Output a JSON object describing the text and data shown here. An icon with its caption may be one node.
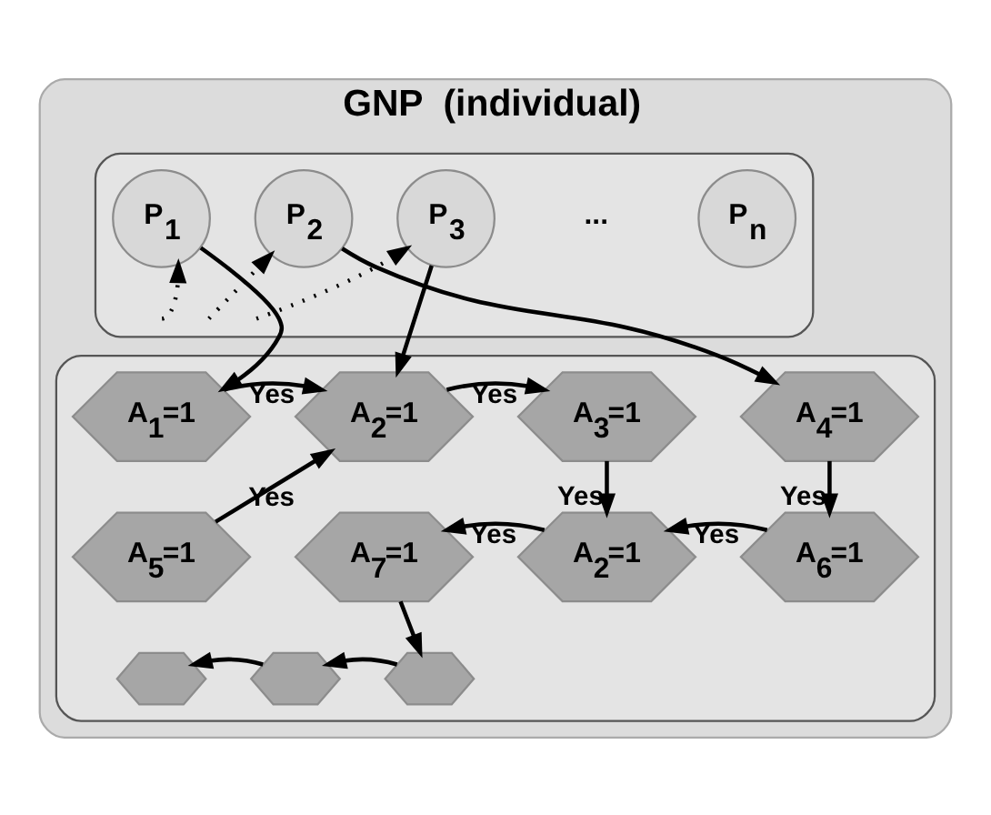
{
  "diagram": {
    "nodes": [
      {
        "text": [
          "GNP  (individual)"
        ]
      },
      {
        "text": [],
        "shape": "box",
        "in": 0
      },
      {
        "text": [],
        "shape": "box",
        "in": 0
      },
      {
        "text": [
          "P$_{1}$"
        ],
        "in": 1
      },
      {
        "text": [
          "P$_{2}$"
        ],
        "in": 1
      },
      {
        "text": [
          "P$_{3}$"
        ],
        "in": 1
      },
      {
        "text": [
          "P$_{n}$"
        ],
        "in": 1
      },
      {
        "text": [
          "A$_{1}$=1"
        ],
        "in": 2
      },
      {
        "text": [
          "A$_{2}$=1"
        ],
        "in": 2
      },
      {
        "text": [
          "A$_{3}$=1"
        ],
        "in": 2
      },
      {
        "text": [
          "A$_{4}$=1"
        ],
        "in": 2
      },
      {
        "text": [
          "A$_{5}$=1"
        ],
        "in": 2
      },
      {
        "text": [
          "A$_{7}$=1"
        ],
        "in": 2
      },
      {
        "text": [
          "A$_{2}$=1"
        ],
        "in": 2
      },
      {
        "text": [
          "A$_{6}$=1"
        ],
        "in": 2
      },
      {
        "text": [],
        "shape": "hexagon",
        "in": 2
      },
      {
        "text": [],
        "shape": "hexagon",
        "in": 2
      },
      {
        "text": [],
        "shape": "hexagon",
        "in": 2
      }
    ],
    "edges": [
      {
        "from": null,
        "to": 3,
        "arrow": "to",
        "style": "dashed"
      },
      {
        "from": null,
        "to": 4,
        "arrow": "to",
        "style": "dashed"
      },
      {
        "from": null,
        "to": 5,
        "arrow": "to",
        "style": "dashed"
      },
      {
        "from": 3,
        "to": 7,
        "arrow": "to"
      },
      {
        "from": 4,
        "to": 10,
        "arrow": "to"
      },
      {
        "from": 5,
        "to": 8,
        "arrow": "to"
      },
      {
        "from": 7,
        "to": 8,
        "arrow": "to",
        "label": "Yes"
      },
      {
        "from": 8,
        "to": 9,
        "arrow": "to",
        "label": "Yes"
      },
      {
        "from": 11,
        "to": 8,
        "arrow": "to",
        "label": "Yes"
      },
      {
        "from": 9,
        "to": 13,
        "arrow": "to",
        "label": "Yes"
      },
      {
        "from": 10,
        "to": 14,
        "arrow": "to",
        "label": "Yes"
      },
      {
        "from": 14,
        "to": 13,
        "arrow": "to",
        "label": "Yes"
      },
      {
        "from": 13,
        "to": 12,
        "arrow": "to",
        "label": "Yes"
      },
      {
        "from": 12,
        "to": 17,
        "arrow": "to"
      },
      {
        "from": 17,
        "to": 16,
        "arrow": "to"
      },
      {
        "from": 16,
        "to": 15,
        "arrow": "to"
      }
    ],
    "labels": [
      "..."
    ]
  }
}
